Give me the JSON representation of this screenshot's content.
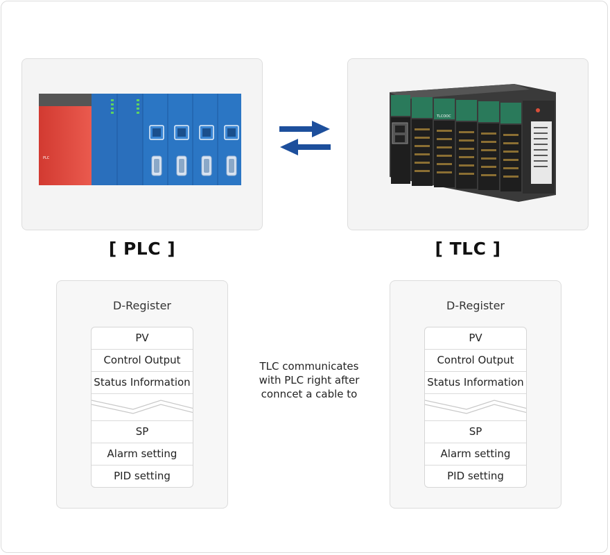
{
  "devices": {
    "plc": {
      "title": "[ PLC ]",
      "image_label": "PLC"
    },
    "tlc": {
      "title": "[ TLC ]",
      "image_label": "TLCOOC"
    }
  },
  "registers": {
    "plc": {
      "title": "D-Register",
      "rows_top": [
        "PV",
        "Control Output",
        "Status Information"
      ],
      "rows_bottom": [
        "SP",
        "Alarm setting",
        "PID setting"
      ]
    },
    "tlc": {
      "title": "D-Register",
      "rows_top": [
        "PV",
        "Control Output",
        "Status Information"
      ],
      "rows_bottom": [
        "SP",
        "Alarm setting",
        "PID setting"
      ]
    }
  },
  "middle_text": {
    "line1": "TLC communicates",
    "line2": "with PLC right after",
    "line3": "conncet a cable to"
  },
  "colors": {
    "arrow": "#1d4f9c",
    "plc_red": "#e0433a",
    "plc_blue": "#2b76c4",
    "tlc_green": "#2a7a5b"
  }
}
